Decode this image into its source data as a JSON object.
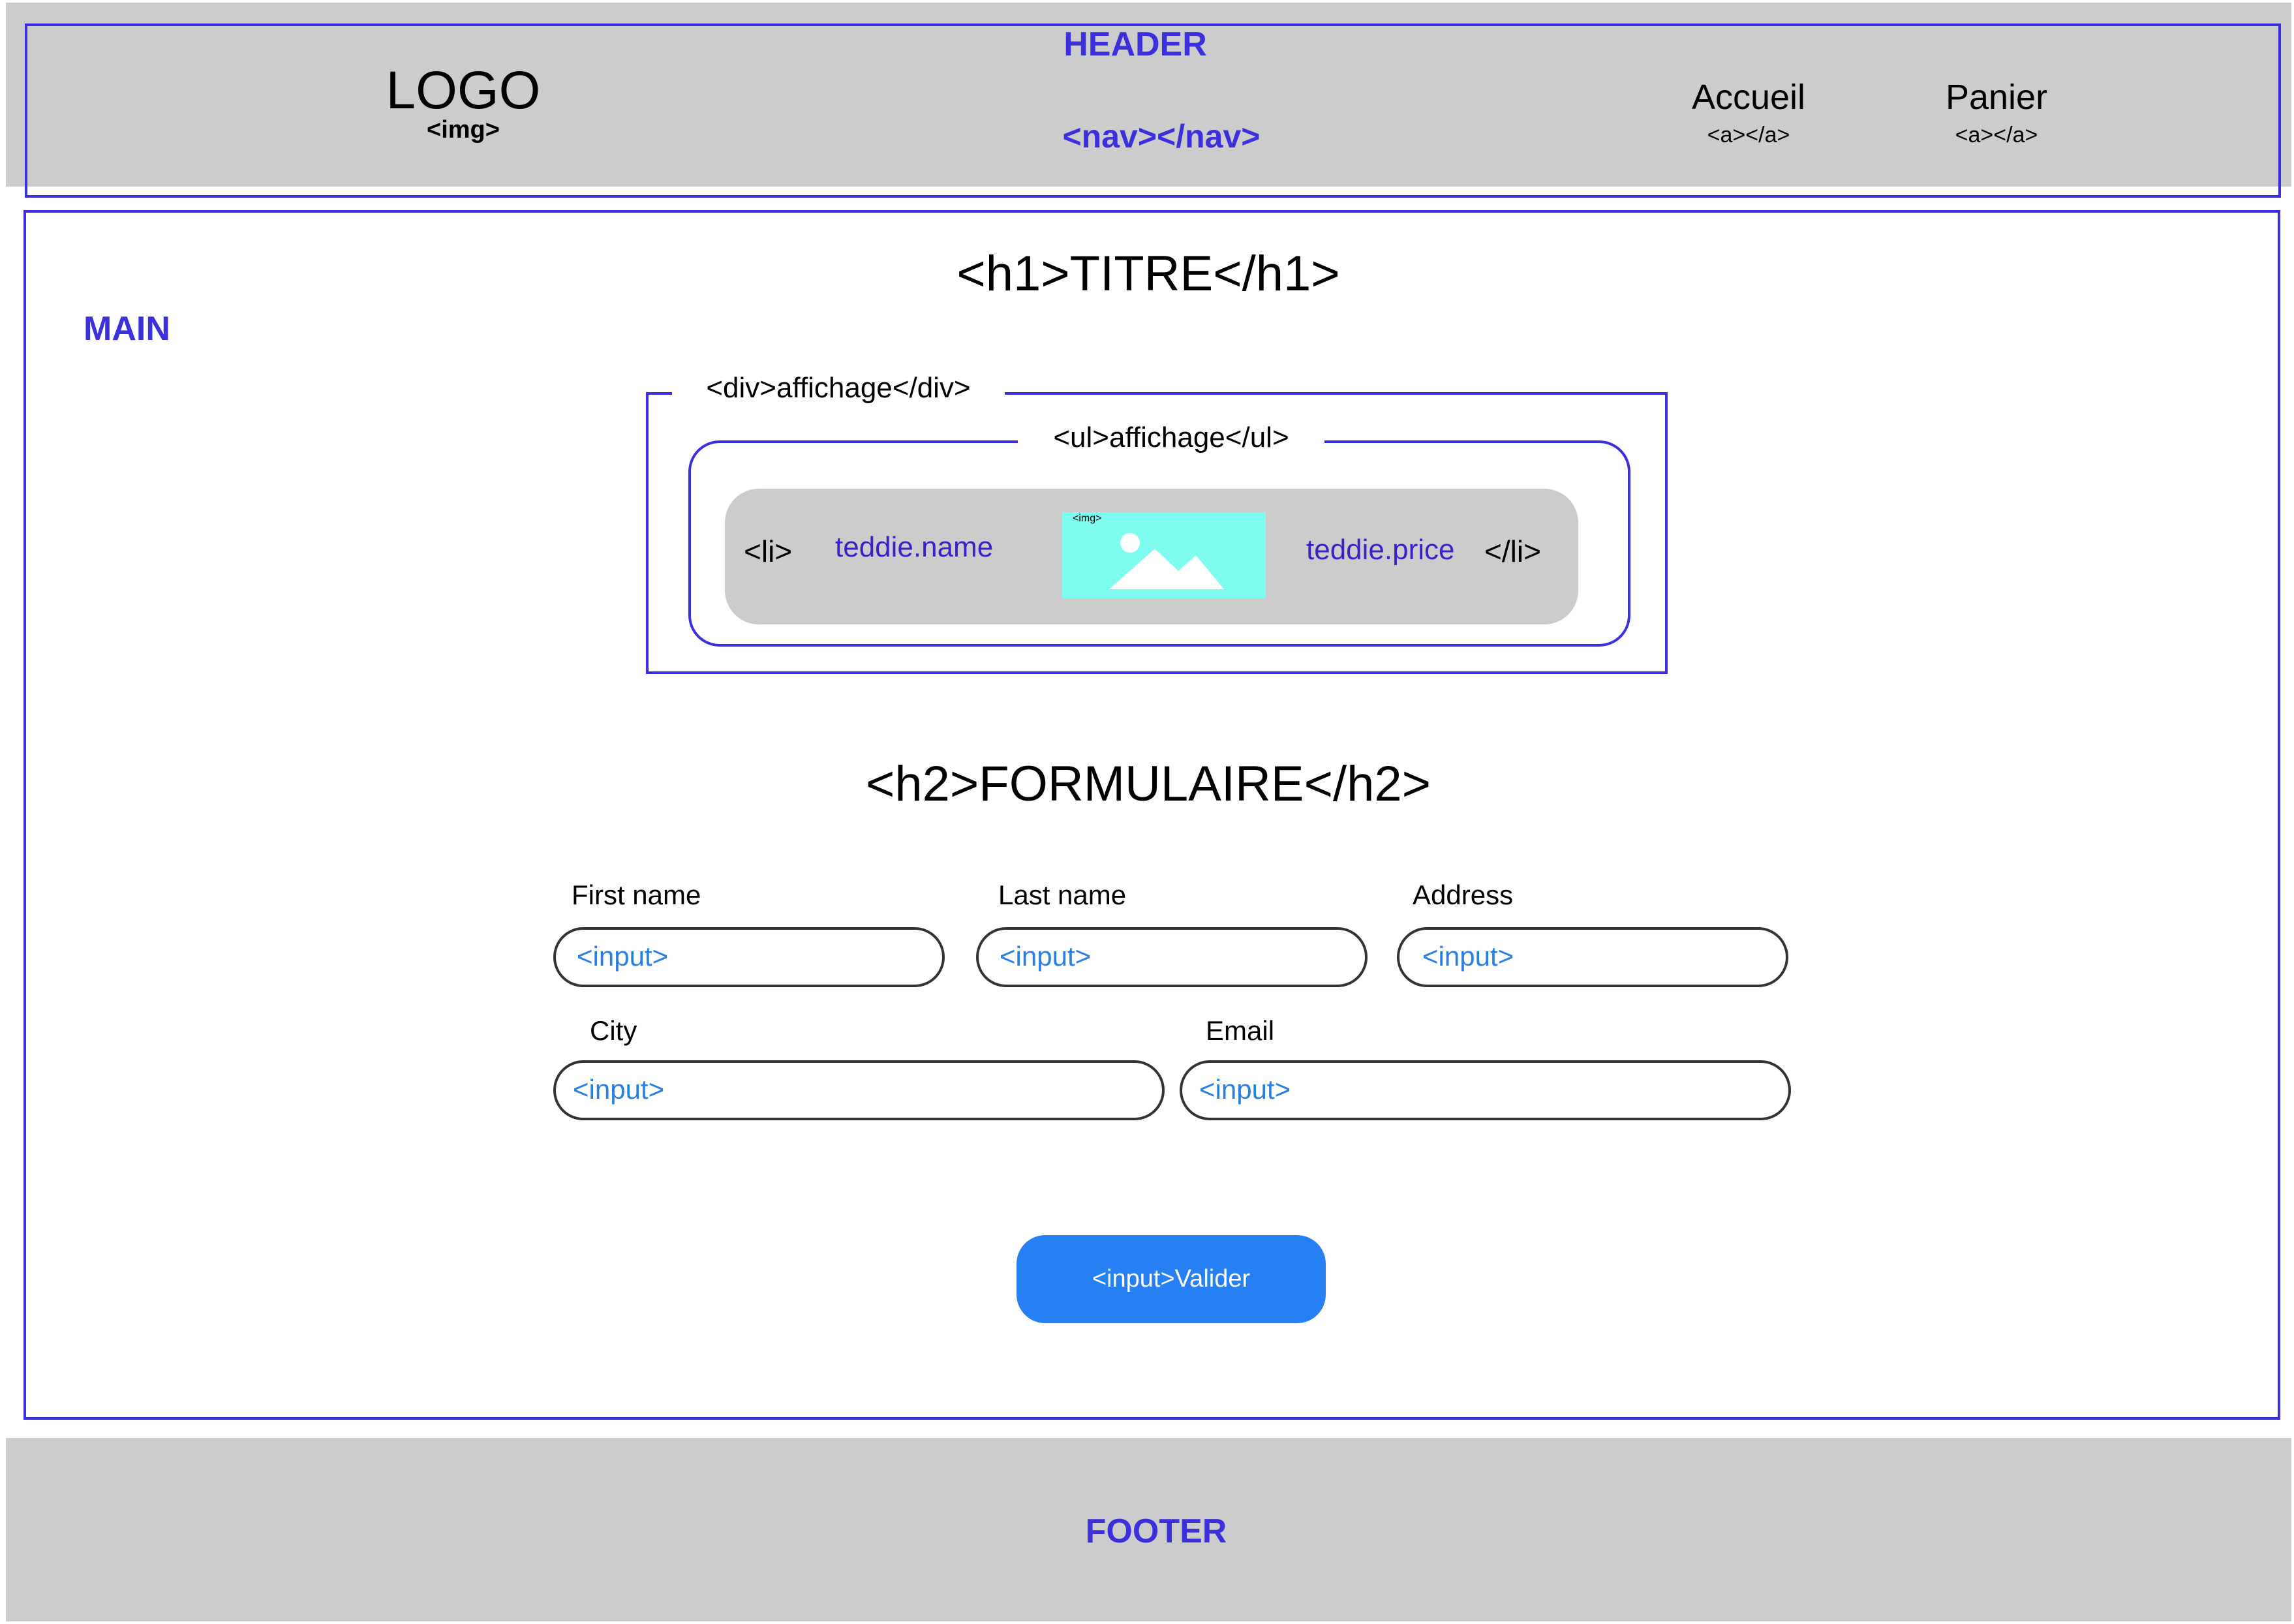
{
  "header": {
    "label": "HEADER",
    "logo_text": "LOGO",
    "logo_tag": "<img>",
    "nav_tag": "<nav></nav>",
    "links": [
      {
        "label": "Accueil",
        "tag": "<a></a>"
      },
      {
        "label": "Panier",
        "tag": "<a></a>"
      }
    ]
  },
  "main": {
    "label": "MAIN",
    "title": "<h1>TITRE</h1>",
    "div_legend": "<div>affichage</div>",
    "ul_legend": "<ul>affichage</ul>",
    "li": {
      "open_tag": "<li>",
      "name": "teddie.name",
      "img_tag": "<img>",
      "price": "teddie.price",
      "close_tag": "</li>"
    },
    "form_title": "<h2>FORMULAIRE</h2>",
    "form": {
      "fields": [
        {
          "label": "First name",
          "placeholder": "<input>"
        },
        {
          "label": "Last name",
          "placeholder": "<input>"
        },
        {
          "label": "Address",
          "placeholder": "<input>"
        },
        {
          "label": "City",
          "placeholder": "<input>"
        },
        {
          "label": "Email",
          "placeholder": "<input>"
        }
      ],
      "submit_label": "<input>Valider"
    }
  },
  "footer": {
    "label": "FOOTER"
  },
  "colors": {
    "annotation_blue": "#3c2fe0",
    "input_blue": "#2a7fe6",
    "button_blue": "#2680f4",
    "block_gray": "#cccccc",
    "image_cyan": "#7ffcf0"
  }
}
